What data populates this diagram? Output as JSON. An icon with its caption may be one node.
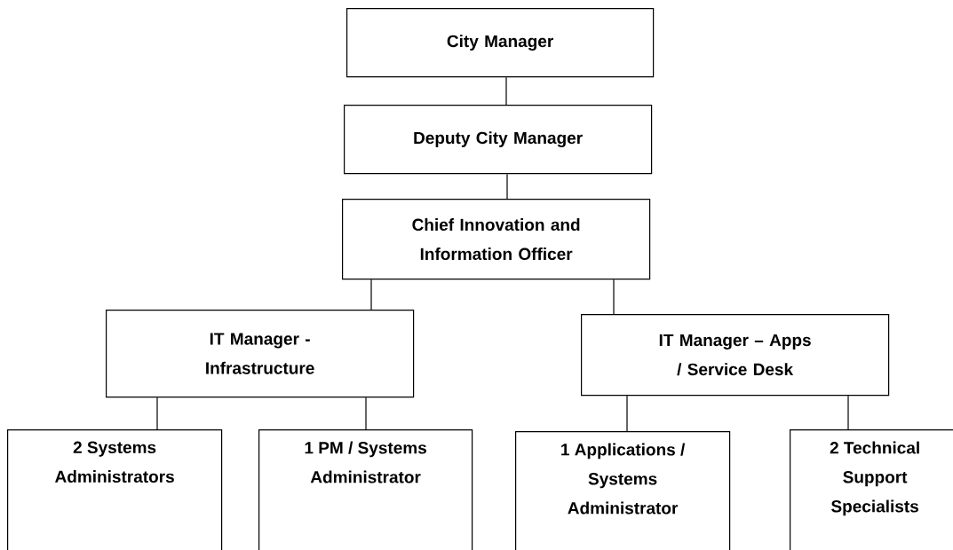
{
  "diagram": {
    "nodes": [
      {
        "text": [
          "City Manager"
        ]
      },
      {
        "text": [
          "Deputy City Manager"
        ]
      },
      {
        "text": [
          "Chief Innovation and Information Officer"
        ]
      },
      {
        "text": [
          "IT Manager - Infrastructure"
        ]
      },
      {
        "text": [
          "IT Manager – Apps / Service Desk"
        ]
      },
      {
        "text": [
          "2 Systems Administrators"
        ]
      },
      {
        "text": [
          "1 PM / Systems Administrator"
        ]
      },
      {
        "text": [
          "1 Applications / Systems Administrator"
        ]
      },
      {
        "text": [
          "2 Technical Support Specialists"
        ]
      }
    ],
    "edges": [
      {
        "from": 0,
        "to": 1,
        "arrow": "none"
      },
      {
        "from": 1,
        "to": 2,
        "arrow": "none"
      },
      {
        "from": 2,
        "to": 3,
        "arrow": "none"
      },
      {
        "from": 2,
        "to": 4,
        "arrow": "none"
      },
      {
        "from": 3,
        "to": 5,
        "arrow": "none"
      },
      {
        "from": 3,
        "to": 6,
        "arrow": "none"
      },
      {
        "from": 4,
        "to": 7,
        "arrow": "none"
      },
      {
        "from": 4,
        "to": 8,
        "arrow": "none"
      }
    ]
  }
}
